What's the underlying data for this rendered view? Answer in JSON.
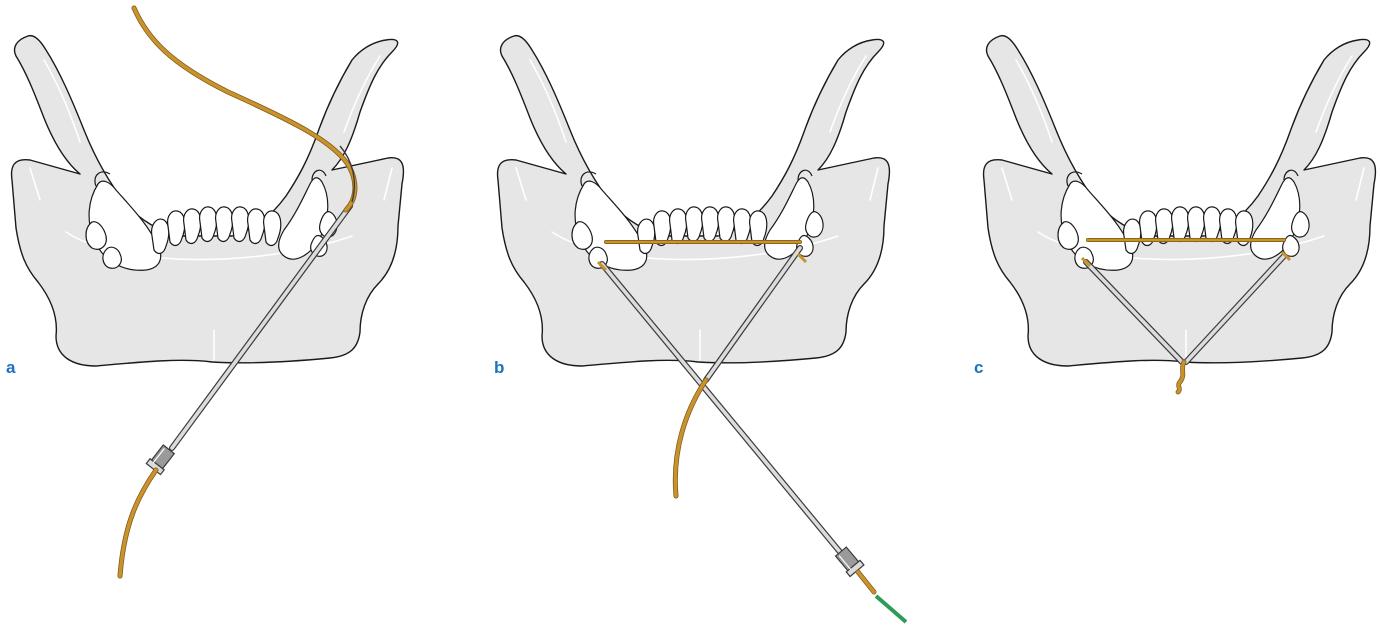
{
  "panels": [
    {
      "label": "a"
    },
    {
      "label": "b"
    },
    {
      "label": "c"
    }
  ],
  "colors": {
    "bone_fill": "#e6e6e6",
    "bone_outline": "#1a1a1a",
    "bone_highlight": "#ffffff",
    "tooth_fill": "#ffffff",
    "wire": "#c8922c",
    "wire_dark": "#7a5616",
    "needle_fill": "#dcdcdc",
    "needle_outline": "#3a3a3a",
    "needle_hub": "#9a9a9a",
    "suture_green": "#2f9a5a",
    "label": "#1a73c0"
  }
}
